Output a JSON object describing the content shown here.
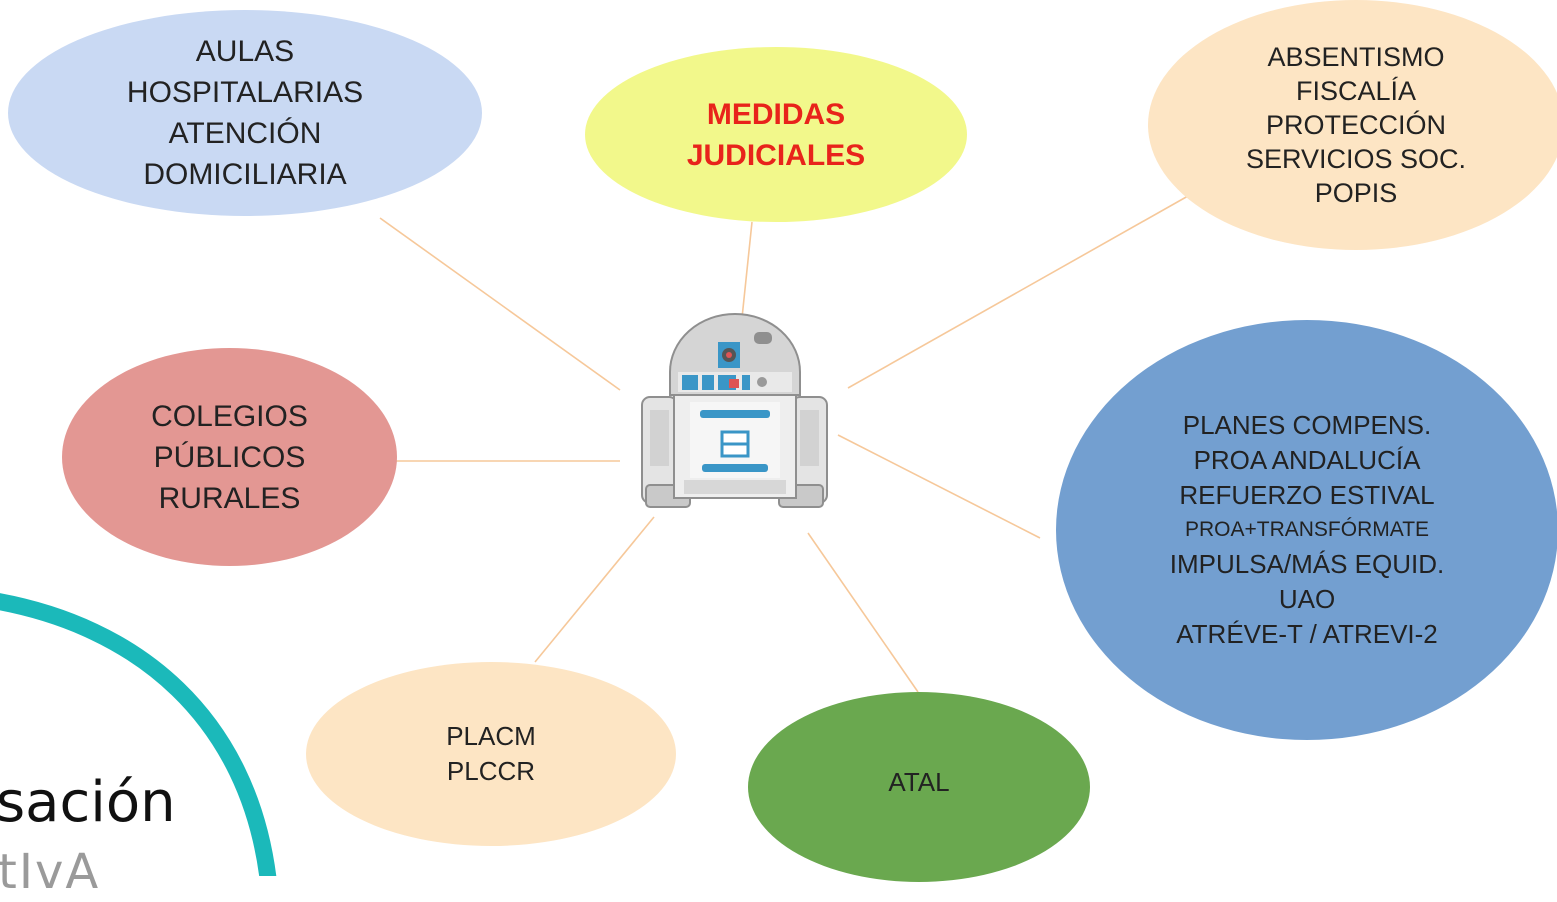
{
  "diagram": {
    "nodes": {
      "aulas": {
        "lines": [
          "AULAS",
          "HOSPITALARIAS",
          "ATENCIÓN",
          "DOMICILIARIA"
        ],
        "fill": "#c9d9f3"
      },
      "medidas": {
        "lines": [
          "MEDIDAS",
          "JUDICIALES"
        ],
        "fill": "#f2f88b",
        "text_color": "#e8231b"
      },
      "absentismo": {
        "lines": [
          "ABSENTISMO",
          "FISCALÍA",
          "PROTECCIÓN",
          "SERVICIOS SOC.",
          "POPIS"
        ],
        "fill": "#fde5c4"
      },
      "colegios": {
        "lines": [
          "COLEGIOS",
          "PÚBLICOS",
          "RURALES"
        ],
        "fill": "#e39793"
      },
      "planes": {
        "lines": [
          "PLANES COMPENS.",
          "PROA ANDALUCÍA",
          "REFUERZO ESTIVAL",
          "PROA+TRANSFÓRMATE",
          "IMPULSA/MÁS EQUID.",
          "UAO",
          "ATRÉVE-T / ATREVI-2"
        ],
        "fill": "#739fd0"
      },
      "placm": {
        "lines": [
          "PLACM",
          "PLCCR"
        ],
        "fill": "#fde5c4"
      },
      "atal": {
        "lines": [
          "ATAL"
        ],
        "fill": "#6aa84f"
      }
    },
    "center_icon": "r2d2-robot-icon",
    "connector_color": "#f6c89a",
    "accent_arc_color": "#1bb9ba"
  },
  "footer": {
    "word_fragment": "sación",
    "sub_fragment": "tIvA"
  }
}
